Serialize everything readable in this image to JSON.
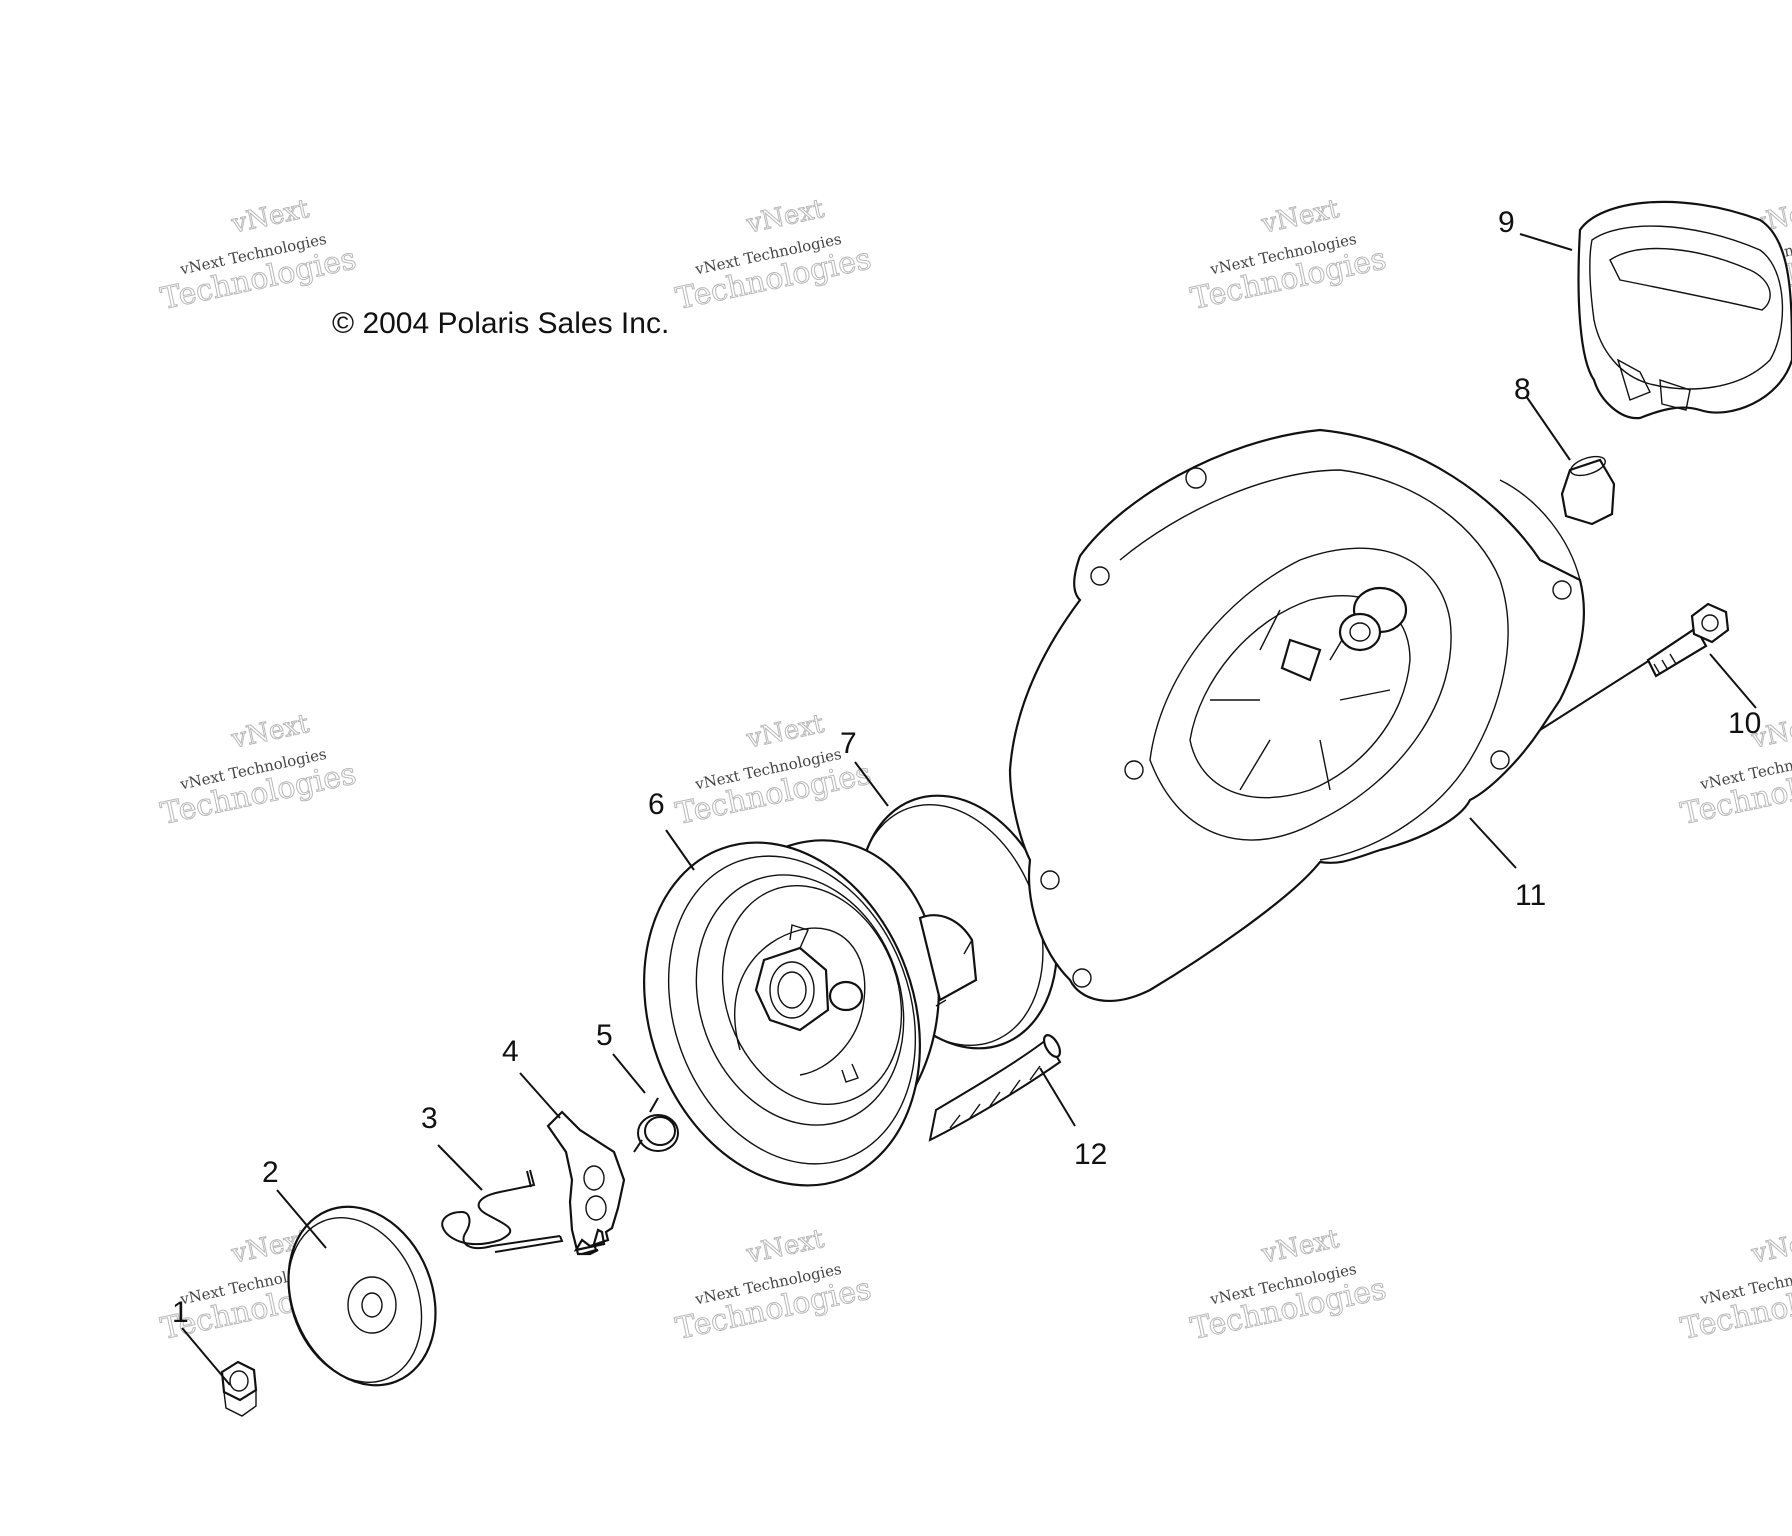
{
  "copyright": "© 2004 Polaris Sales Inc.",
  "watermark": {
    "line1": "vNext",
    "line2": "vNext Technologies",
    "line3": "Technologies"
  },
  "callouts": [
    "1",
    "2",
    "3",
    "4",
    "5",
    "6",
    "7",
    "8",
    "9",
    "10",
    "11",
    "12"
  ]
}
